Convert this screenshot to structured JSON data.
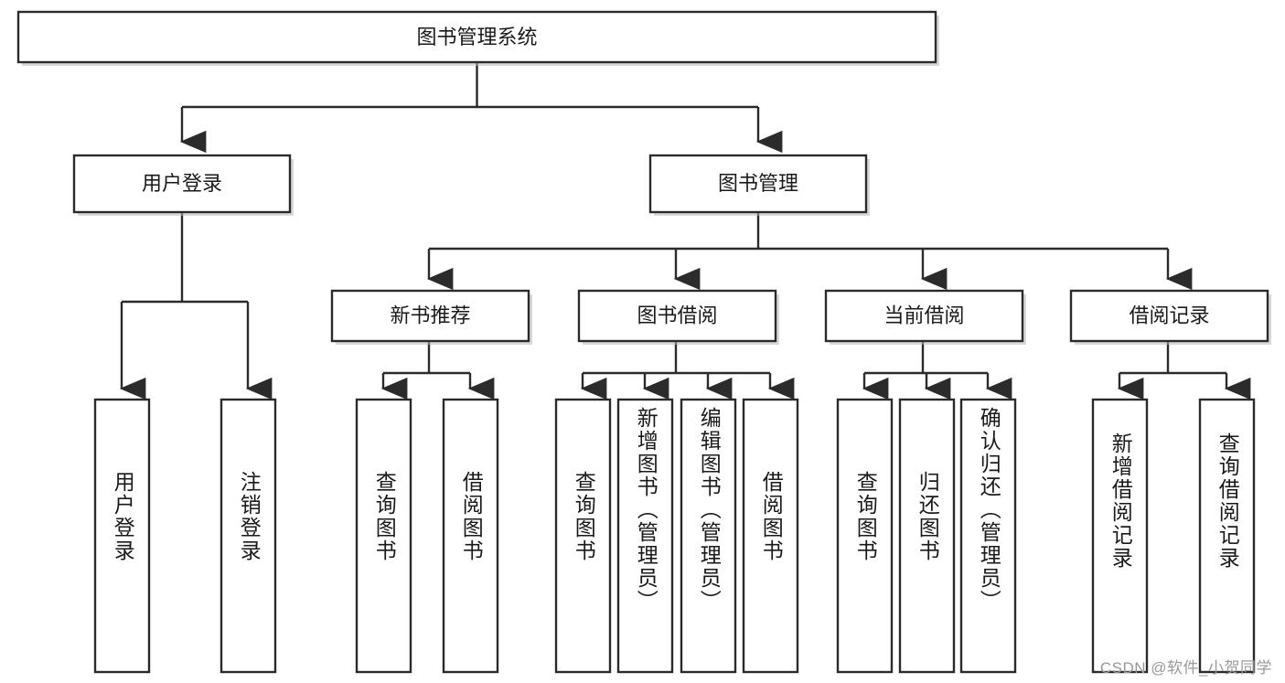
{
  "diagram": {
    "type": "tree-hierarchy-chart",
    "title": "图书管理系统",
    "orientation": "top-down",
    "line_color": "#2b2b2b",
    "box_fill": "#ffffff",
    "text_color": "#1a1a1a",
    "root": {
      "id": "root",
      "label": "图书管理系统"
    },
    "level1": [
      {
        "id": "user-login",
        "label": "用户登录"
      },
      {
        "id": "book-manage",
        "label": "图书管理"
      }
    ],
    "level2": [
      {
        "id": "new-book-rec",
        "label": "新书推荐",
        "parent": "book-manage"
      },
      {
        "id": "book-borrow",
        "label": "图书借阅",
        "parent": "book-manage"
      },
      {
        "id": "current-borrow",
        "label": "当前借阅",
        "parent": "book-manage"
      },
      {
        "id": "borrow-record",
        "label": "借阅记录",
        "parent": "book-manage"
      }
    ],
    "leaves": {
      "user-login": [
        {
          "id": "leaf-user-login",
          "label": "用户登录"
        },
        {
          "id": "leaf-user-logout",
          "label": "注销登录"
        }
      ],
      "new-book-rec": [
        {
          "id": "leaf-query-book-1",
          "label": "查询图书"
        },
        {
          "id": "leaf-borrow-book-1",
          "label": "借阅图书"
        }
      ],
      "book-borrow": [
        {
          "id": "leaf-query-book-2",
          "label": "查询图书"
        },
        {
          "id": "leaf-add-book",
          "label": "新增图书（管理员）"
        },
        {
          "id": "leaf-edit-book",
          "label": "编辑图书（管理员）"
        },
        {
          "id": "leaf-borrow-book-2",
          "label": "借阅图书"
        }
      ],
      "current-borrow": [
        {
          "id": "leaf-query-book-3",
          "label": "查询图书"
        },
        {
          "id": "leaf-return-book",
          "label": "归还图书"
        },
        {
          "id": "leaf-confirm-return",
          "label": "确认归还（管理员）"
        }
      ],
      "borrow-record": [
        {
          "id": "leaf-add-record",
          "label": "新增借阅记录"
        },
        {
          "id": "leaf-query-record",
          "label": "查询借阅记录"
        }
      ]
    }
  },
  "watermark": {
    "text": "CSDN @软件_小贺同学"
  }
}
